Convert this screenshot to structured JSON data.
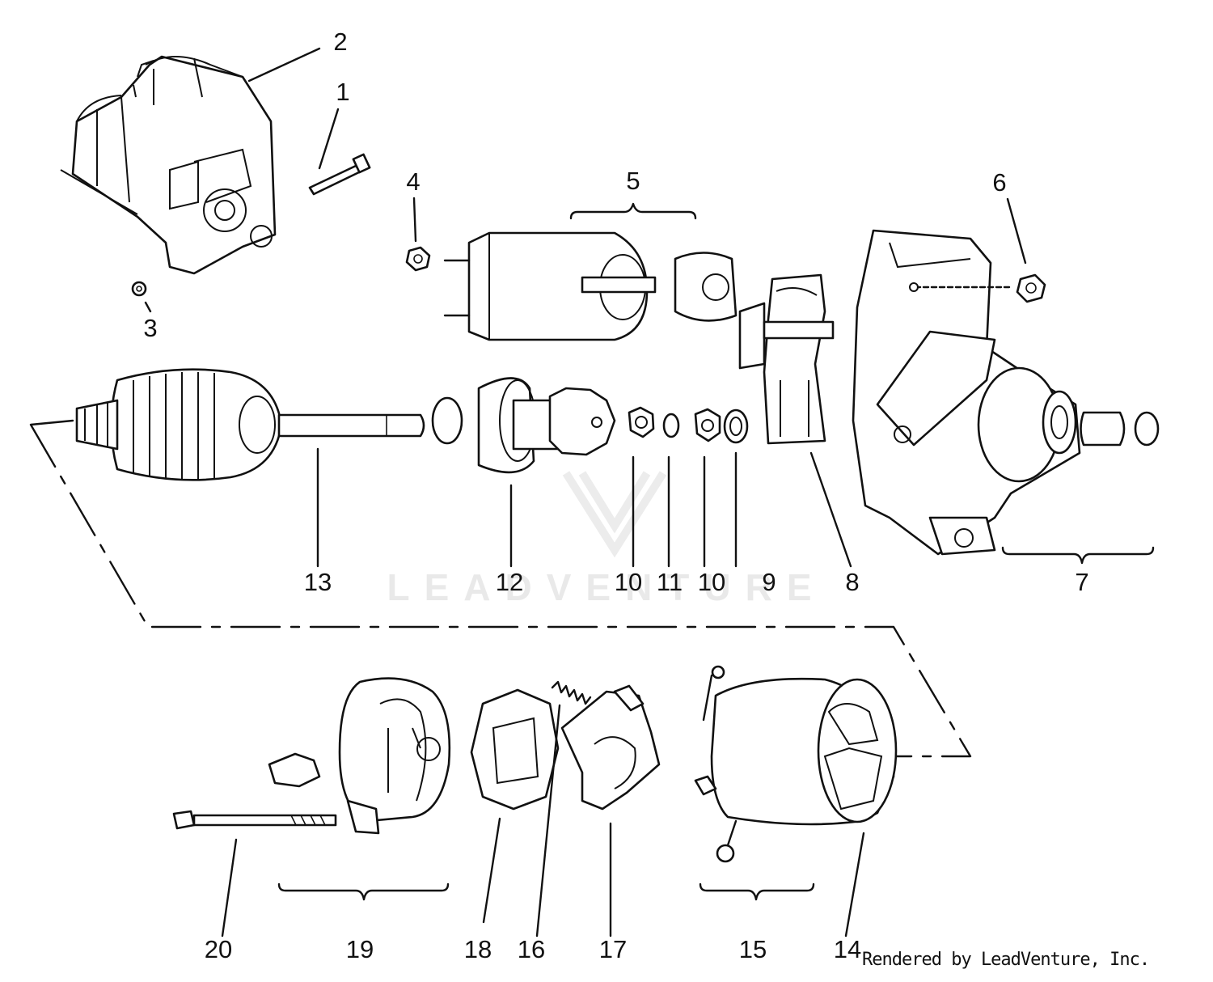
{
  "callouts": {
    "c1": "1",
    "c2": "2",
    "c3": "3",
    "c4": "4",
    "c5": "5",
    "c6": "6",
    "c7": "7",
    "c8": "8",
    "c9": "9",
    "c10a": "10",
    "c11": "11",
    "c10b": "10",
    "c12": "12",
    "c13": "13",
    "c14": "14",
    "c15": "15",
    "c16": "16",
    "c17": "17",
    "c18": "18",
    "c19": "19",
    "c20": "20"
  },
  "watermark": {
    "text": "LEADVENTURE"
  },
  "credit": "Rendered by LeadVenture, Inc."
}
